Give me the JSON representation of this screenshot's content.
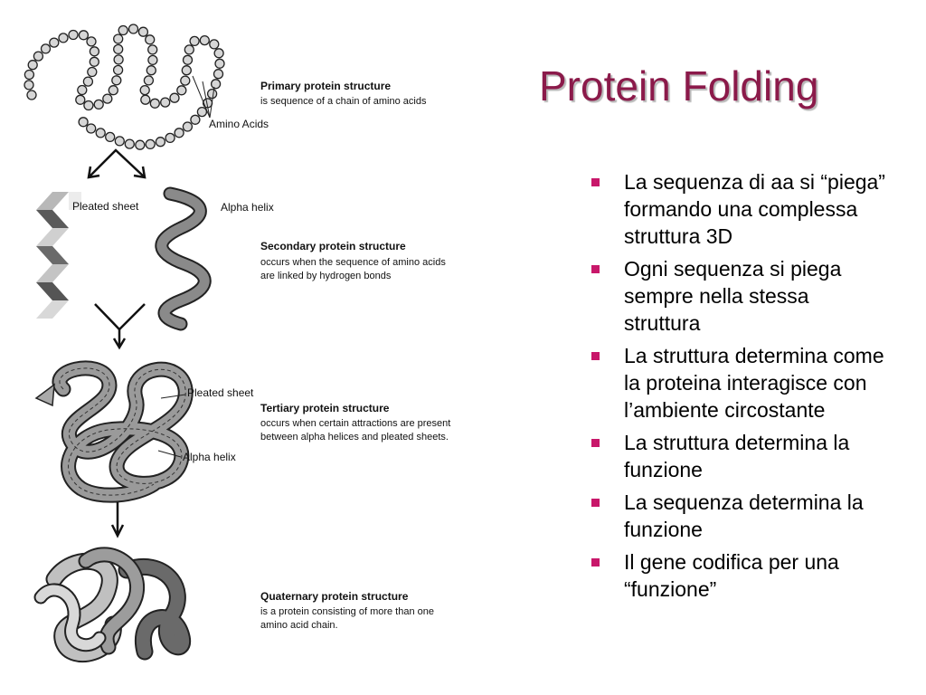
{
  "slide": {
    "title": "Protein Folding",
    "bullets": [
      "La sequenza di aa si “piega” formando una complessa struttura 3D",
      "Ogni sequenza si piega sempre nella stessa struttura",
      "La struttura determina come la proteina interagisce con l’ambiente circostante",
      "La struttura determina la funzione",
      "La sequenza determina la funzione",
      "Il gene codifica per una “funzione”"
    ],
    "colors": {
      "title": "#8b1a4a",
      "bullet": "#c8176a"
    }
  },
  "diagram": {
    "primary": {
      "title": "Primary protein structure",
      "desc": "is sequence of a chain of amino acids",
      "amino_label": "Amino Acids"
    },
    "secondary": {
      "title": "Secondary protein structure",
      "desc_line1": "occurs when the sequence of amino acids",
      "desc_line2": "are linked by hydrogen bonds",
      "pleated_label": "Pleated sheet",
      "helix_label": "Alpha helix"
    },
    "tertiary": {
      "title": "Tertiary protein structure",
      "desc_line1": "occurs when certain attractions are present",
      "desc_line2": "between alpha helices and pleated sheets.",
      "pleated_label": "Pleated sheet",
      "helix_label": "Alpha helix"
    },
    "quaternary": {
      "title": "Quaternary protein structure",
      "desc_line1": "is a protein consisting of more than one",
      "desc_line2": "amino acid chain."
    }
  }
}
